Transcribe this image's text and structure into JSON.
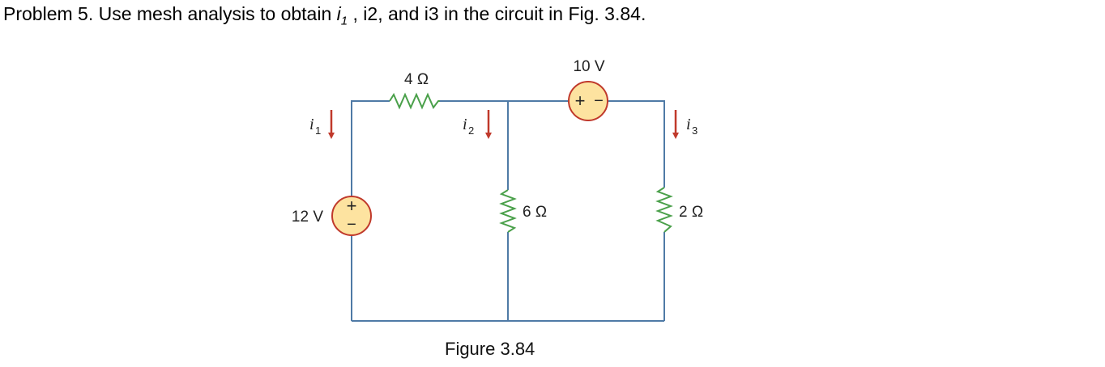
{
  "problem": {
    "prefix": "Problem 5. Use mesh analysis to obtain ",
    "i1": "i",
    "i1_sub": "1",
    "sep1": " , ",
    "i2": "i2",
    "sep2": ", and ",
    "i3": "i3",
    "suffix": " in the circuit in Fig. 3.84."
  },
  "circuit": {
    "r_top": "4 Ω",
    "r_mid": "6 Ω",
    "r_right": "2 Ω",
    "v_left": "12 V",
    "v_top": "10 V",
    "v_left_plus": "+",
    "v_left_minus": "−",
    "v_top_plus": "+",
    "v_top_minus": "−",
    "current_1": {
      "symbol": "i",
      "sub": "1"
    },
    "current_2": {
      "symbol": "i",
      "sub": "2"
    },
    "current_3": {
      "symbol": "i",
      "sub": "3"
    }
  },
  "figure": {
    "caption": "Figure 3.84"
  },
  "colors": {
    "wire": "#4f7aa6",
    "arrow": "#c0392b",
    "source_fill": "#fde3a0",
    "source_stroke": "#c0392b"
  }
}
